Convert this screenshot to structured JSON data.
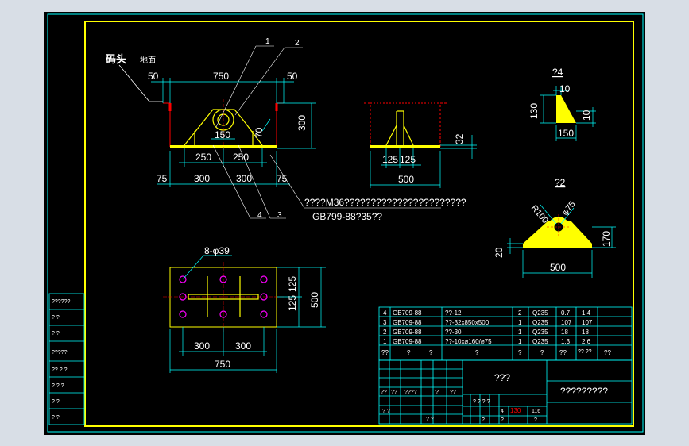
{
  "front_view": {
    "label_dock": "码头",
    "label_ground": "地面",
    "dims": {
      "top_left": "50",
      "top_mid": "750",
      "top_right": "50",
      "height": "300",
      "center": "150",
      "rib": "70",
      "w1": "250",
      "w2": "250",
      "b_left": "75",
      "b1": "300",
      "b2": "300",
      "b_right": "75"
    },
    "callouts": [
      "1",
      "2",
      "3",
      "4"
    ],
    "note_line1": "????M36???????????????????????",
    "note_line2": "GB799-88?35??"
  },
  "side_view": {
    "dims": {
      "thick": "32",
      "w1": "125",
      "w2": "125",
      "total": "500"
    }
  },
  "detail4": {
    "title": "?4",
    "dims": {
      "top": "10",
      "height": "130",
      "right": "10",
      "base": "150"
    }
  },
  "detail2": {
    "title": "?2",
    "dims": {
      "radius": "R100",
      "hole": "φ75",
      "left": "20",
      "right": "170",
      "base": "500"
    }
  },
  "plan_view": {
    "holes": "8-φ39",
    "dims": {
      "r1": "125",
      "r2": "125",
      "height": "500",
      "b1": "300",
      "b2": "300",
      "total": "750"
    }
  },
  "left_strip": [
    "??????",
    "?    ?",
    "? ?",
    "?????",
    "?? ? ?",
    "? ? ?",
    "? ?",
    "?    ?"
  ],
  "bom": {
    "rows": [
      [
        "4",
        "GB709-88",
        "??-12",
        "2",
        "Q235",
        "0.7",
        "1.4"
      ],
      [
        "3",
        "GB709-88",
        "??-32x850x500",
        "1",
        "Q235",
        "107",
        "107"
      ],
      [
        "2",
        "GB709-88",
        "??-30",
        "1",
        "Q235",
        "18",
        "18"
      ],
      [
        "1",
        "GB709-88",
        "??-10x⌀160/⌀75",
        "1",
        "Q235",
        "1.3",
        "2.6"
      ]
    ],
    "header": [
      "??",
      "?",
      "?",
      "?",
      "?",
      "?",
      "??",
      "?? ??",
      "??"
    ]
  },
  "title_block": {
    "drawing_name": "???",
    "company": "?????????",
    "row_a": [
      "??",
      "??",
      "????",
      "?",
      "??"
    ],
    "row_b": [
      "? ?",
      "? ?"
    ],
    "scale_cells": [
      "4",
      "130",
      "116"
    ],
    "small": [
      "? ? ? ?",
      "?",
      "?",
      "?"
    ]
  },
  "colors": {
    "background": "#000000",
    "frame": "#ffff00",
    "outer": "#00ffff",
    "dimension": "#00ffff",
    "part": "#ffff00",
    "section": "#ff0000",
    "hole": "#ff00ff"
  }
}
